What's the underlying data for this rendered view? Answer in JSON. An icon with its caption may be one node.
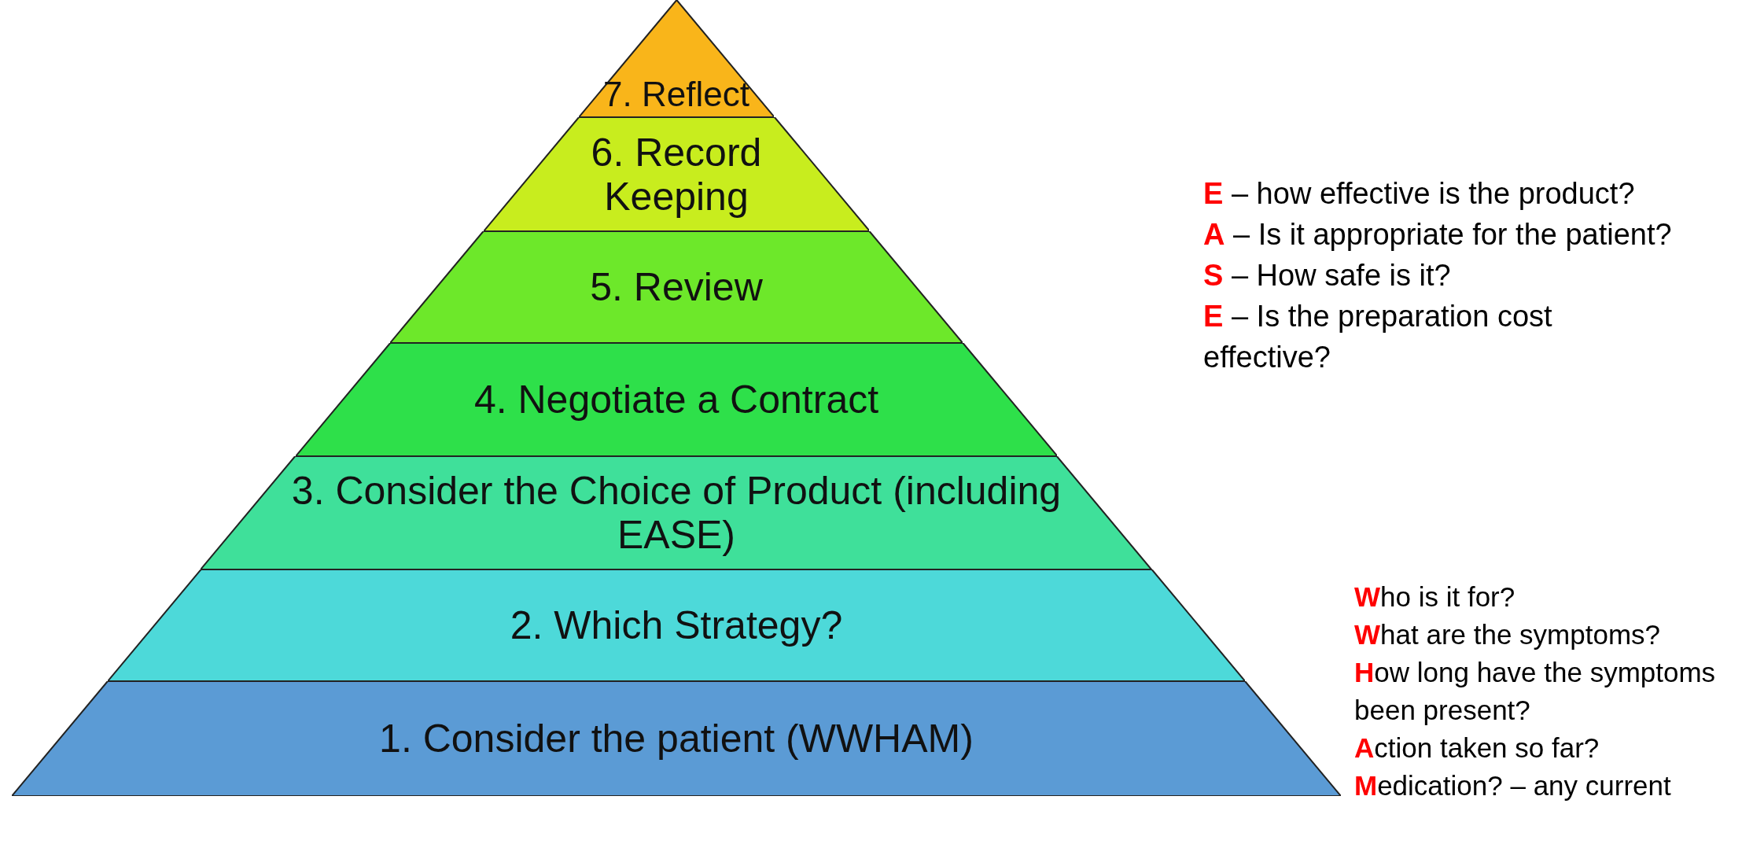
{
  "diagram": {
    "nodes": [
      {
        "text": [
          "7. Reflect"
        ]
      },
      {
        "text": [
          "6. Record Keeping"
        ]
      },
      {
        "text": [
          "5. Review"
        ]
      },
      {
        "text": [
          "4. Negotiate a Contract"
        ]
      },
      {
        "text": [
          "3. Consider the Choice of Product (including EASE)"
        ]
      },
      {
        "text": [
          "2. Which Strategy?"
        ]
      },
      {
        "text": [
          "1. Consider the patient (WWHAM)"
        ]
      }
    ],
    "labels": [
      "**E** – how effective is the product?",
      "**A** – Is it appropriate for the patient?",
      "**S** – How safe is it?",
      "**E** – Is the preparation cost effective?",
      "**W**ho is it for?",
      "**W**hat are the symptoms?",
      "**H**ow long have the symptoms been present?",
      "**A**ction taken so far?",
      "**M**edication?  – any current"
    ]
  }
}
